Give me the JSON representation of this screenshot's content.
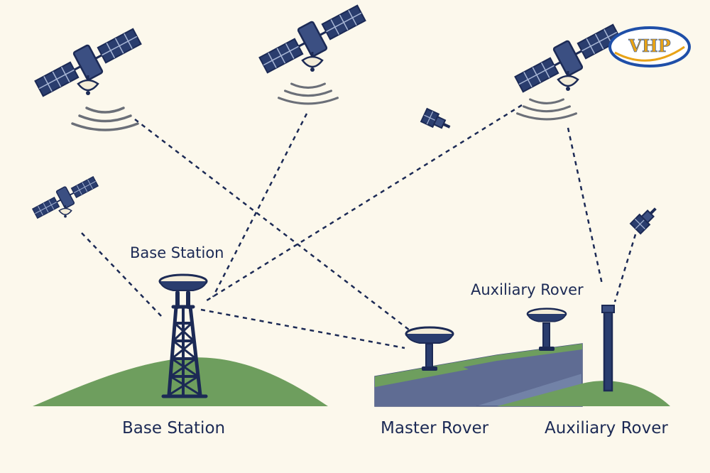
{
  "labels": {
    "base_station_top": "Base Station",
    "auxiliary_rover_top": "Auxiliary Rover",
    "base_station_bottom": "Base Station",
    "master_rover_bottom": "Master Rover",
    "auxiliary_rover_bottom": "Auxiliary Rover"
  },
  "logo": {
    "text": "VHP"
  },
  "colors": {
    "background": "#fcf8ec",
    "navy": "#1c2a55",
    "grass": "#6e9e5e",
    "block_side": "#5f6c93",
    "block_front": "#7282a7",
    "antenna_cap": "#f3ecd8",
    "logo_blue": "#1f4fa8",
    "logo_gold": "#e8a317"
  },
  "icons": [
    "satellite-icon",
    "signal-waves-icon",
    "antenna-icon",
    "tower-icon"
  ]
}
